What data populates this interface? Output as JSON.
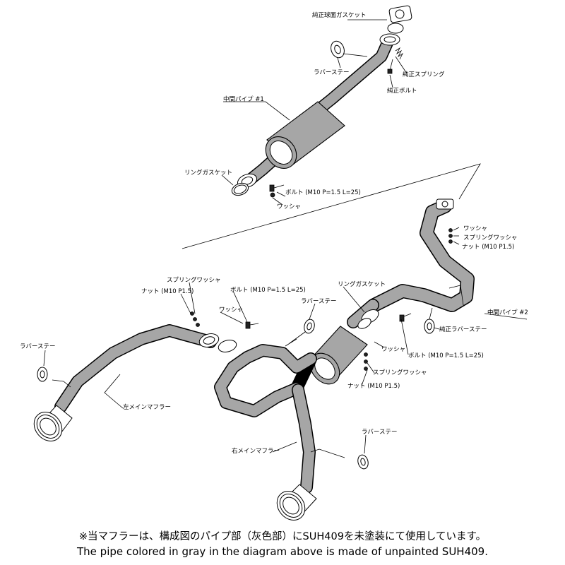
{
  "labels": {
    "genuine_ball_gasket": "純正球面ガスケット",
    "rubber_stay_top": "ラバーステー",
    "genuine_spring": "純正スプリング",
    "genuine_bolt": "純正ボルト",
    "mid_pipe_1": "中間パイプ #1",
    "ring_gasket_top": "リングガスケット",
    "bolt_top": "ボルト (M10 P=1.5 L=25)",
    "washer_top": "ワッシャ",
    "washer_right": "ワッシャ",
    "spring_washer_right": "スプリングワッシャ",
    "nut_right": "ナット (M10 P1.5)",
    "spring_washer_left": "スプリングワッシャ",
    "nut_left": "ナット (M10 P1.5)",
    "bolt_center": "ボルト (M10 P=1.5 L=25)",
    "washer_center": "ワッシャ",
    "ring_gasket_center": "リングガスケット",
    "rubber_stay_center": "ラバーステー",
    "mid_pipe_2": "中間パイプ #2",
    "genuine_rubber_stay": "純正ラバーステー",
    "washer_lower": "ワッシャ",
    "bolt_lower": "ボルト (M10 P=1.5 L=25)",
    "spring_washer_lower": "スプリングワッシャ",
    "nut_lower": "ナット (M10 P1.5)",
    "rubber_stay_left": "ラバーステー",
    "left_main_muffler": "左メインマフラー",
    "right_main_muffler": "右メインマフラー",
    "rubber_stay_bottom": "ラバーステー"
  },
  "notes": {
    "japanese": "※当マフラーは、構成図のパイプ部（灰色部）にSUH409を未塗装にて使用しています。",
    "english": "The pipe colored in gray in the diagram above is made of unpainted SUH409."
  },
  "colors": {
    "pipe_gray": "#a6a6a6",
    "outline": "#000000",
    "background": "#ffffff"
  }
}
